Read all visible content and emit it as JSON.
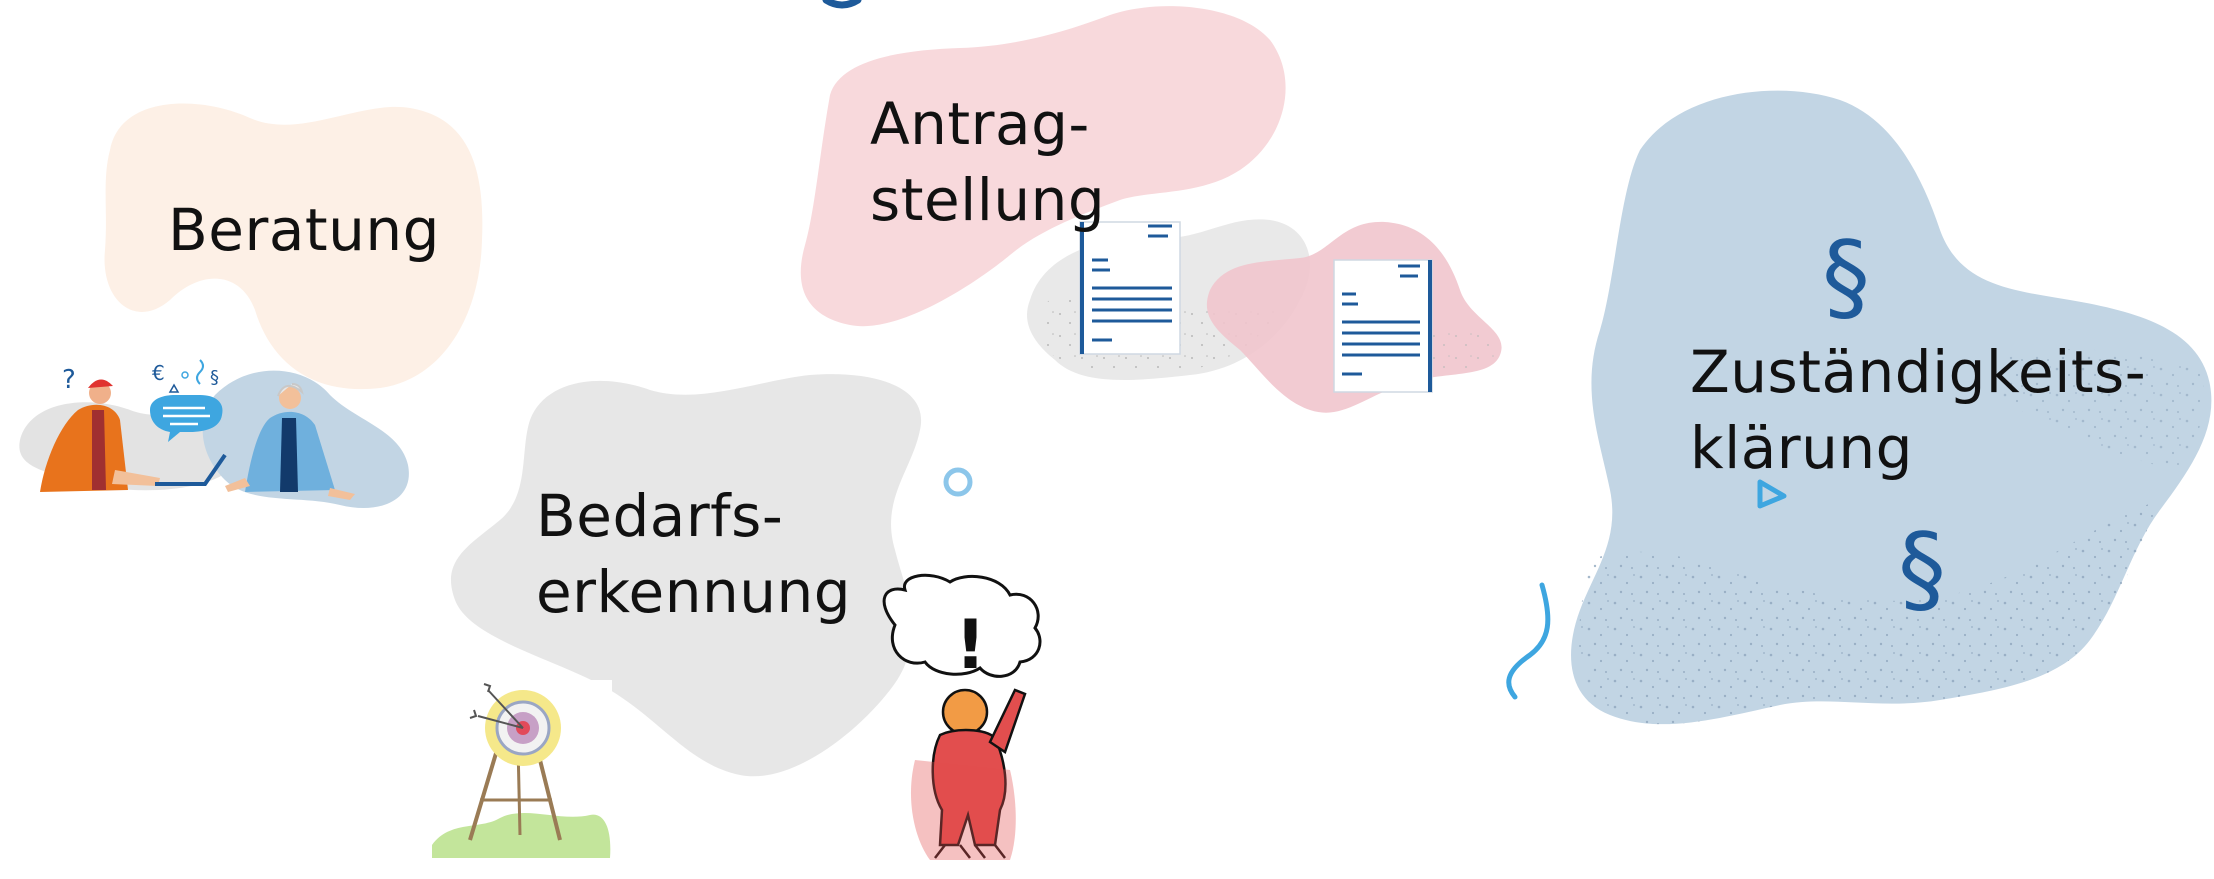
{
  "topics": {
    "beratung": {
      "lines": [
        "Beratung"
      ]
    },
    "antragstellung": {
      "lines": [
        "Antrag-",
        "stellung"
      ]
    },
    "bedarfserkennung": {
      "lines": [
        "Bedarfs-",
        "erkennung"
      ]
    },
    "zustaendigkeitsklaerung": {
      "lines": [
        "Zuständigkeits-",
        "klärung"
      ]
    }
  },
  "colors": {
    "beratung_blob": "#fdf0e6",
    "antrag_blob": "#f8d9dc",
    "bedarf_blob": "#e7e7e7",
    "zustaendig_blob": "#c2d5e4",
    "accent_blue": "#1e5a9a",
    "light_blue": "#3ea6e0"
  },
  "icons": {
    "beratung": "consultation-people-illustration",
    "antrag": "document-form-icons",
    "bedarf": "target-easel-and-exclamation-figure",
    "zustaendig": "paragraph-sign-icons"
  }
}
